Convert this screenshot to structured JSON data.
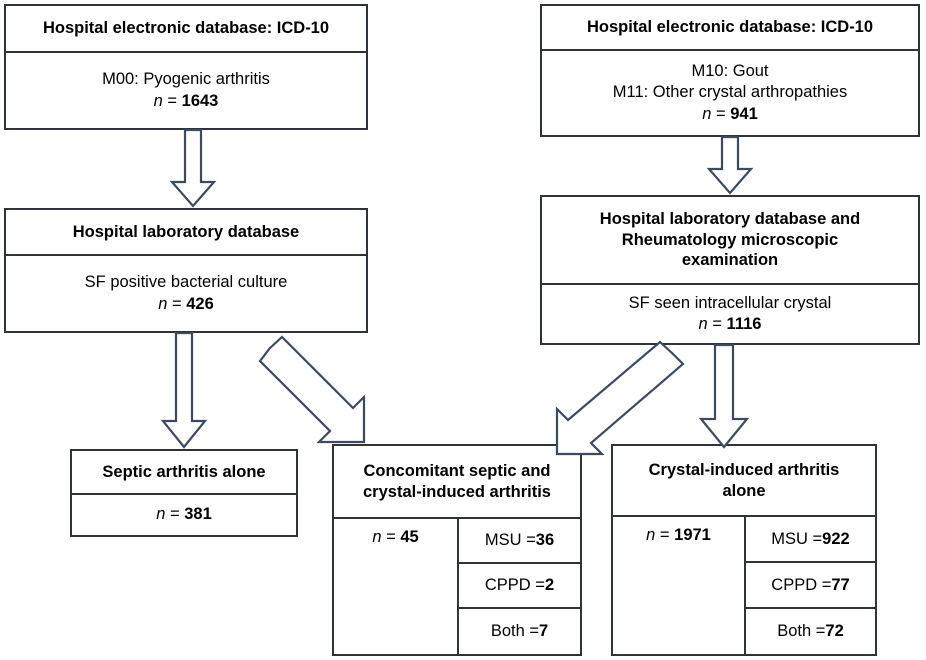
{
  "diagram": {
    "title": "Patient selection flowchart for septic and crystal-induced arthritis",
    "stroke_color": "#2f3338",
    "arrow_color": "#3d4a5c",
    "background": "#ffffff"
  },
  "boxes": {
    "icd_left": {
      "header": "Hospital electronic database: ICD-10",
      "lines": [
        "M00: Pyogenic arthritis"
      ],
      "n_label": "n",
      "n_eq": " = ",
      "n_value": "1643"
    },
    "icd_right": {
      "header": "Hospital electronic database: ICD-10",
      "lines": [
        "M10: Gout",
        "M11: Other crystal arthropathies"
      ],
      "n_label": "n",
      "n_eq": " = ",
      "n_value": "941"
    },
    "lab_left": {
      "header": "Hospital laboratory database",
      "lines": [
        "SF positive bacterial culture"
      ],
      "n_label": "n",
      "n_eq": " = ",
      "n_value": "426"
    },
    "lab_right": {
      "header": "Hospital laboratory database and Rheumatology microscopic examination",
      "header_lines": [
        "Hospital laboratory database and",
        "Rheumatology microscopic",
        "examination"
      ],
      "lines": [
        "SF seen intracellular crystal"
      ],
      "n_label": "n",
      "n_eq": " = ",
      "n_value": "1116"
    },
    "septic_alone": {
      "header": "Septic arthritis alone",
      "n_label": "n",
      "n_eq": " = ",
      "n_value": "381"
    },
    "concomitant": {
      "header_lines": [
        "Concomitant septic and",
        "crystal-induced arthritis"
      ],
      "n_label": "n",
      "n_eq": " = ",
      "n_value": "45",
      "rows": [
        {
          "label": "MSU = ",
          "value": "36"
        },
        {
          "label": "CPPD = ",
          "value": "2"
        },
        {
          "label": "Both = ",
          "value": "7"
        }
      ]
    },
    "crystal_alone": {
      "header_lines": [
        "Crystal-induced arthritis",
        "alone"
      ],
      "n_label": "n",
      "n_eq": " = ",
      "n_value": "1971",
      "rows": [
        {
          "label": "MSU = ",
          "value": "922"
        },
        {
          "label": "CPPD = ",
          "value": "77"
        },
        {
          "label": "Both = ",
          "value": "72"
        }
      ]
    }
  },
  "arrows": [
    {
      "name": "arrow-icd-left-to-lab-left",
      "direction": "down"
    },
    {
      "name": "arrow-icd-right-to-lab-right",
      "direction": "down"
    },
    {
      "name": "arrow-lab-left-to-septic-alone",
      "direction": "down"
    },
    {
      "name": "arrow-lab-left-to-concomitant",
      "direction": "down-right"
    },
    {
      "name": "arrow-lab-right-to-concomitant",
      "direction": "down-left"
    },
    {
      "name": "arrow-lab-right-to-crystal-alone",
      "direction": "down"
    }
  ]
}
